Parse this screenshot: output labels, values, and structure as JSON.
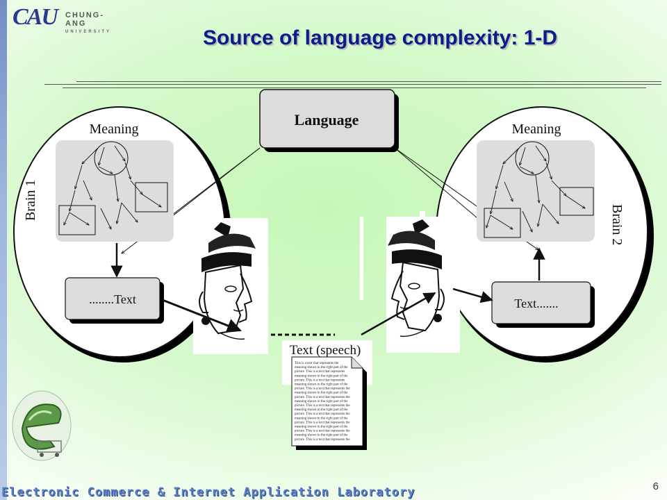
{
  "logo": {
    "cau": "CAU",
    "university_name": "CHUNG-ANG",
    "university_sub": "UNIVERSITY"
  },
  "title": "Source of language complexity: 1-D",
  "diagram": {
    "language_box": "Language",
    "left": {
      "meaning": "Meaning",
      "brain": "Brain 1",
      "text_box": "........Text"
    },
    "right": {
      "meaning": "Meaning",
      "brain": "Brain 2",
      "text_box": "Text......."
    },
    "speech_label": "Text (speech)",
    "document_lines": [
      "This is a text that represents the",
      "meaning shown in the right part of the",
      "picture. This is a text that represents",
      "meaning shown in the right part of the",
      "picture. This is a text that represents",
      "meaning shown in the right part of the",
      "picture. This is a text that represents the",
      "meaning shown in the right part of the",
      "picture. This is a text that represents the",
      "meaning shown in the right part of the",
      "picture. This is a text that represents the",
      "meaning shown in the right part of the",
      "picture. This is a text that represents the",
      "meaning shown in the right part of the",
      "picture. This is a text that represents the",
      "meaning shown in the right part of the",
      "picture. This is a text that represents the",
      "meaning shown in the right part of the",
      "picture. This is a text that represents the"
    ]
  },
  "footer": "Electronic Commerce & Internet Application Laboratory",
  "page_number": "6",
  "colors": {
    "title": "#0c1d8a",
    "footer": "#5a7fc9",
    "background": "#c6f7b8"
  }
}
